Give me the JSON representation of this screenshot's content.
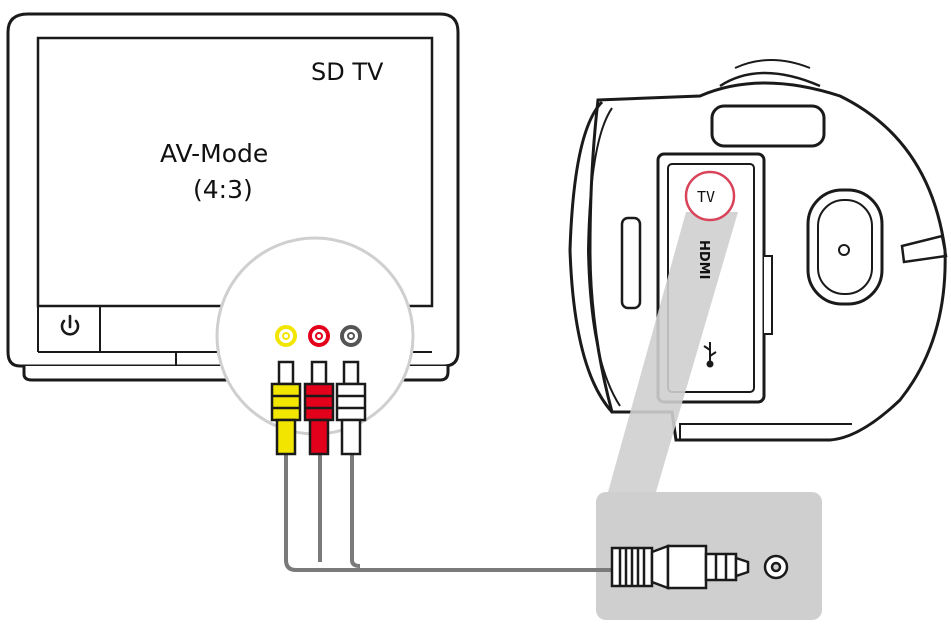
{
  "tv": {
    "label": "SD TV"
  },
  "screen": {
    "mode": "AV-Mode",
    "ratio": "(4:3)"
  },
  "camera_ports": {
    "tv": "TV",
    "hdmi": "HDMI"
  },
  "colors": {
    "yellow": "#f2e600",
    "red": "#e2001a",
    "white": "#ffffff",
    "cable": "#7a7a7a",
    "highlight": "#cfcfcf",
    "outline": "#1a1a1a",
    "port_circle": "#d9435a"
  },
  "icons": [
    "power-icon",
    "usb-icon",
    "rca-connector-icon",
    "mini-jack-icon"
  ]
}
